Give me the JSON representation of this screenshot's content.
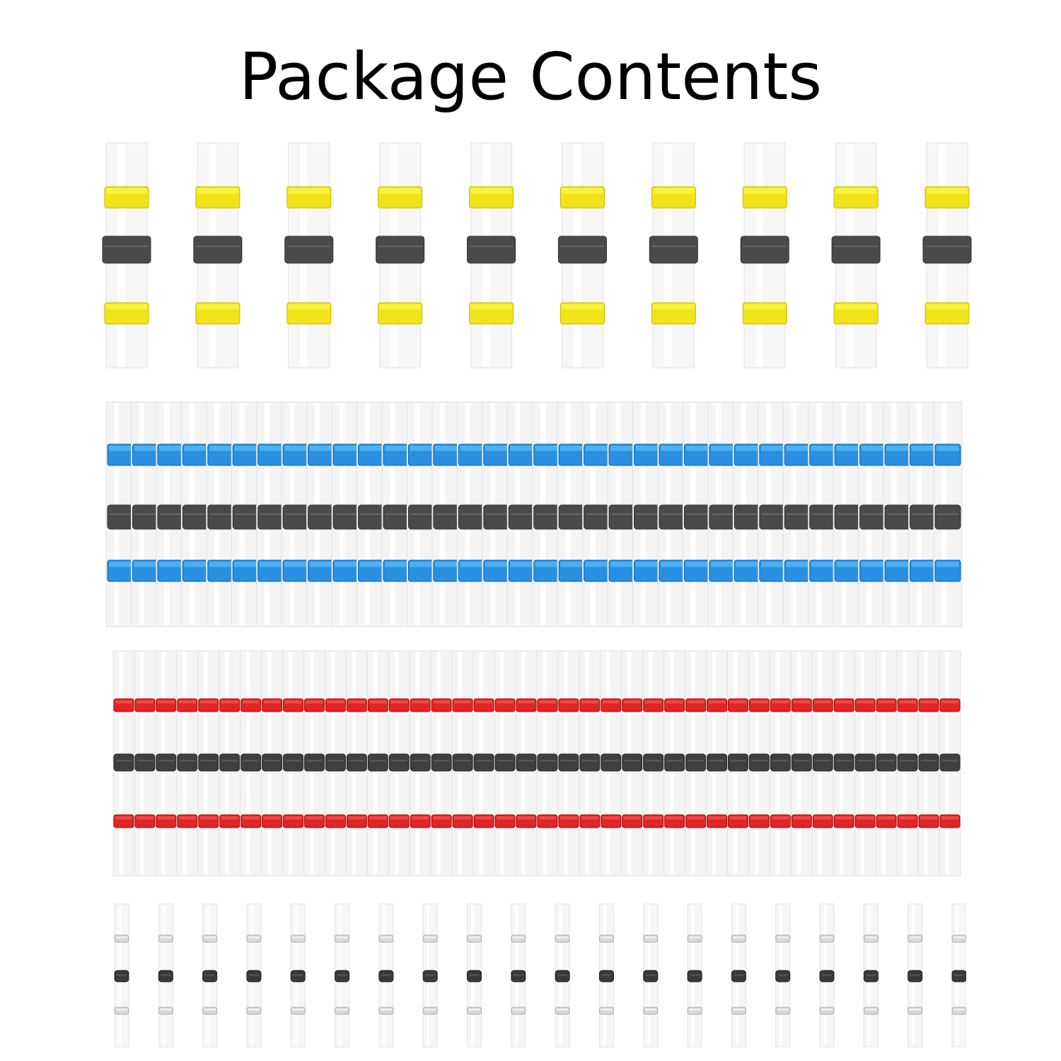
{
  "title": "Package Contents",
  "groups": [
    {
      "id": "yellow",
      "band_color": "#f2e21a",
      "solder_color": "#4a4a4a",
      "count": 10
    },
    {
      "id": "blue",
      "band_color": "#2a8fe0",
      "solder_color": "#4a4a4a",
      "count": 34
    },
    {
      "id": "red",
      "band_color": "#e02525",
      "solder_color": "#3f3f3f",
      "count": 40
    },
    {
      "id": "clear",
      "band_color": "#d8d8d8",
      "solder_color": "#3a3a3a",
      "count": 20
    }
  ]
}
